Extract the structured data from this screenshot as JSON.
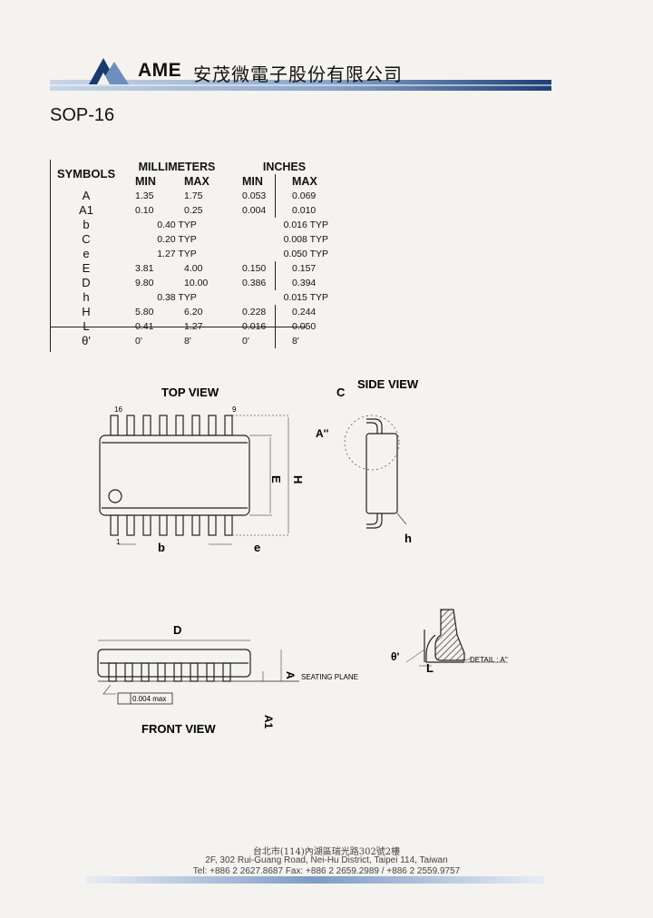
{
  "header": {
    "brand": "AME",
    "company": "安茂微電子股份有限公司",
    "colors": {
      "accent_dark": "#1a3a6e",
      "accent_light": "#9fb6d8"
    }
  },
  "title": "SOP-16",
  "table": {
    "symbols_header": "SYMBOLS",
    "mm_header": "MILLIMETERS",
    "inch_header": "INCHES",
    "min_label": "MIN",
    "max_label": "MAX",
    "rows": [
      {
        "sym": "A",
        "mm_min": "1.35",
        "mm_max": "1.75",
        "in_min": "0.053",
        "in_max": "0.069"
      },
      {
        "sym": "A1",
        "mm_min": "0.10",
        "mm_max": "0.25",
        "in_min": "0.004",
        "in_max": "0.010"
      },
      {
        "sym": "b",
        "mm_typ": "0.40 TYP",
        "in_typ": "0.016 TYP"
      },
      {
        "sym": "C",
        "mm_typ": "0.20 TYP",
        "in_typ": "0.008 TYP"
      },
      {
        "sym": "e",
        "mm_typ": "1.27 TYP",
        "in_typ": "0.050 TYP"
      },
      {
        "sym": "E",
        "mm_min": "3.81",
        "mm_max": "4.00",
        "in_min": "0.150",
        "in_max": "0.157"
      },
      {
        "sym": "D",
        "mm_min": "9.80",
        "mm_max": "10.00",
        "in_min": "0.386",
        "in_max": "0.394"
      },
      {
        "sym": "h",
        "mm_typ": "0.38 TYP",
        "in_typ": "0.015 TYP"
      },
      {
        "sym": "H",
        "mm_min": "5.80",
        "mm_max": "6.20",
        "in_min": "0.228",
        "in_max": "0.244"
      },
      {
        "sym": "L",
        "mm_min": "0.41",
        "mm_max": "1.27",
        "in_min": "0.016",
        "in_max": "0.050"
      },
      {
        "sym": "θ'",
        "mm_min": "0'",
        "mm_max": "8'",
        "in_min": "0'",
        "in_max": "8'"
      }
    ]
  },
  "drawings": {
    "top_view": "TOP VIEW",
    "side_view": "SIDE VIEW",
    "front_view": "FRONT VIEW",
    "pin16": "16",
    "pin9": "9",
    "pin1": "1",
    "label_b": "b",
    "label_e": "e",
    "label_E": "E",
    "label_H": "H",
    "label_C": "C",
    "label_A2": "A''",
    "label_h": "h",
    "label_D": "D",
    "label_A": "A",
    "label_A1": "A1",
    "seating_plane": "SEATING PLANE",
    "coplanarity": "0.004 max",
    "theta": "θ'",
    "label_L": "L",
    "detail": "DETAIL : A''"
  },
  "footer": {
    "line1": "台北市(114)內湖區瑞光路302號2樓",
    "line2": "2F, 302 Rui-Guang Road, Nei-Hu District, Taipei 114, Taiwan",
    "line3": "Tel: +886 2 2627.8687  Fax: +886 2 2659.2989 / +886 2 2559.9757"
  }
}
